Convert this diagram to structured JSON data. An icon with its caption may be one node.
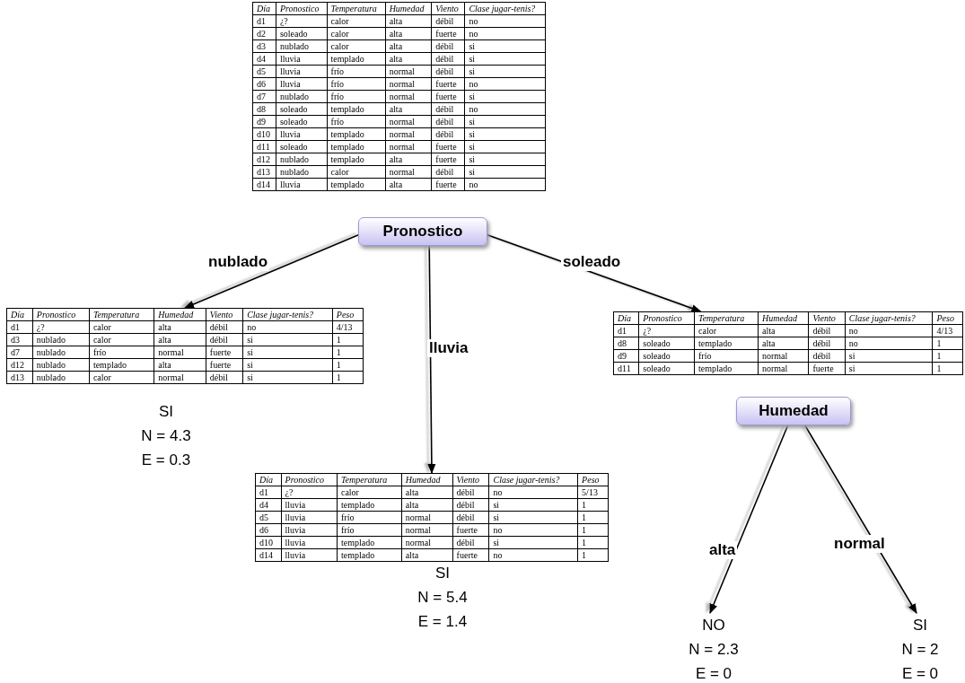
{
  "diagram": {
    "nodes": [
      {
        "text": [
          "Día",
          "Pronostico",
          "Temperatura",
          "Humedad",
          "Viento",
          "Clase jugar-tenis?",
          "d1",
          "¿?",
          "calor",
          "alta",
          "débil",
          "no",
          "d2",
          "soleado",
          "calor",
          "alta",
          "fuerte",
          "no",
          "d3",
          "nublado",
          "calor",
          "alta",
          "débil",
          "si",
          "d4",
          "lluvia",
          "templado",
          "alta",
          "débil",
          "si",
          "d5",
          "lluvia",
          "frío",
          "normal",
          "débil",
          "si",
          "d6",
          "lluvia",
          "frío",
          "normal",
          "fuerte",
          "no",
          "d7",
          "nublado",
          "frío",
          "normal",
          "fuerte",
          "si",
          "d8",
          "soleado",
          "templado",
          "alta",
          "débil",
          "no",
          "d9",
          "soleado",
          "frío",
          "normal",
          "débil",
          "si",
          "d10",
          "lluvia",
          "templado",
          "normal",
          "débil",
          "si",
          "d11",
          "soleado",
          "templado",
          "normal",
          "fuerte",
          "si",
          "d12",
          "nublado",
          "templado",
          "alta",
          "fuerte",
          "si",
          "d13",
          "nublado",
          "calor",
          "normal",
          "débil",
          "si",
          "d14",
          "lluvia",
          "templado",
          "alta",
          "fuerte",
          "no"
        ]
      },
      {
        "text": [
          "Pronostico"
        ]
      },
      {
        "text": [
          "Día",
          "Pronostico",
          "Temperatura",
          "Humedad",
          "Viento",
          "Clase jugar-tenis?",
          "Peso",
          "d1",
          "¿?",
          "calor",
          "alta",
          "débil",
          "no",
          "4/13",
          "d3",
          "nublado",
          "calor",
          "alta",
          "débil",
          "si",
          "1",
          "d7",
          "nublado",
          "frío",
          "normal",
          "fuerte",
          "si",
          "1",
          "d12",
          "nublado",
          "templado",
          "alta",
          "fuerte",
          "si",
          "1",
          "d13",
          "nublado",
          "calor",
          "normal",
          "débil",
          "si",
          "1"
        ],
        "beside": [
          "SI",
          "N = 4.3",
          "E = 0.3"
        ]
      },
      {
        "text": [
          "Día",
          "Pronostico",
          "Temperatura",
          "Humedad",
          "Viento",
          "Clase jugar-tenis?",
          "Peso",
          "d1",
          "¿?",
          "calor",
          "alta",
          "débil",
          "no",
          "5/13",
          "d4",
          "lluvia",
          "templado",
          "alta",
          "débil",
          "si",
          "1",
          "d5",
          "lluvia",
          "frío",
          "normal",
          "débil",
          "si",
          "1",
          "d6",
          "lluvia",
          "frío",
          "normal",
          "fuerte",
          "no",
          "1",
          "d10",
          "lluvia",
          "templado",
          "normal",
          "débil",
          "si",
          "1",
          "d14",
          "lluvia",
          "templado",
          "alta",
          "fuerte",
          "no",
          "1"
        ],
        "beside": [
          "SI",
          "N = 5.4",
          "E = 1.4"
        ]
      },
      {
        "text": [
          "Día",
          "Pronostico",
          "Temperatura",
          "Humedad",
          "Viento",
          "Clase jugar-tenis?",
          "Peso",
          "d1",
          "¿?",
          "calor",
          "alta",
          "débil",
          "no",
          "4/13",
          "d8",
          "soleado",
          "templado",
          "alta",
          "débil",
          "no",
          "1",
          "d9",
          "soleado",
          "frío",
          "normal",
          "débil",
          "si",
          "1",
          "d11",
          "soleado",
          "templado",
          "normal",
          "fuerte",
          "si",
          "1"
        ]
      },
      {
        "text": [
          "Humedad"
        ]
      },
      {
        "text": [
          "NO",
          "N = 2.3",
          "E = 0"
        ]
      },
      {
        "text": [
          "SI",
          "N = 2",
          "E = 0"
        ]
      }
    ],
    "edges": [
      {
        "from": 1,
        "to": 2,
        "arrow": "to",
        "label": "nublado"
      },
      {
        "from": 1,
        "to": 3,
        "arrow": "to",
        "label": "lluvia"
      },
      {
        "from": 1,
        "to": 4,
        "arrow": "to",
        "label": "soleado"
      },
      {
        "from": 5,
        "to": 6,
        "arrow": "to",
        "label": "alta"
      },
      {
        "from": 5,
        "to": 7,
        "arrow": "to",
        "label": "normal"
      }
    ]
  }
}
